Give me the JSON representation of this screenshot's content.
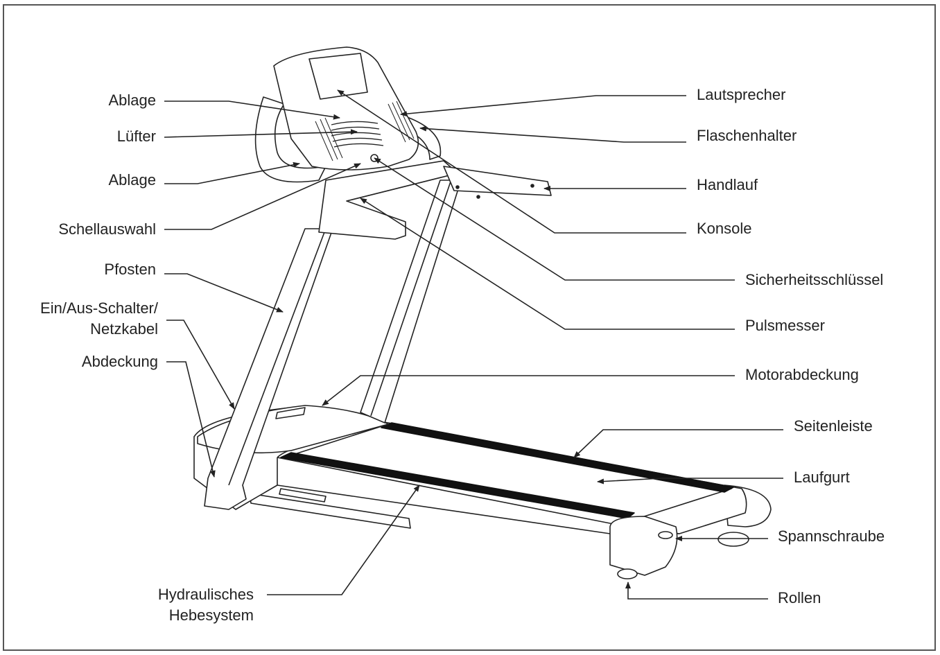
{
  "labels": {
    "ablage_top": "Ablage",
    "luefter": "Lüfter",
    "ablage_mid": "Ablage",
    "schellauswahl": "Schellauswahl",
    "pfosten": "Pfosten",
    "schalter_l1": "Ein/Aus-Schalter/",
    "schalter_l2": "Netzkabel",
    "abdeckung": "Abdeckung",
    "hebe_l1": "Hydraulisches",
    "hebe_l2": "Hebesystem",
    "lautsprecher": "Lautsprecher",
    "flaschenhalter": "Flaschenhalter",
    "handlauf": "Handlauf",
    "konsole": "Konsole",
    "sicherheit": "Sicherheitsschlüssel",
    "puls": "Pulsmesser",
    "motor": "Motorabdeckung",
    "seitenleiste": "Seitenleiste",
    "laufgurt": "Laufgurt",
    "spann": "Spannschraube",
    "rollen": "Rollen"
  },
  "colors": {
    "line": "#222222",
    "belt": "#111111",
    "frame": "#555555"
  }
}
